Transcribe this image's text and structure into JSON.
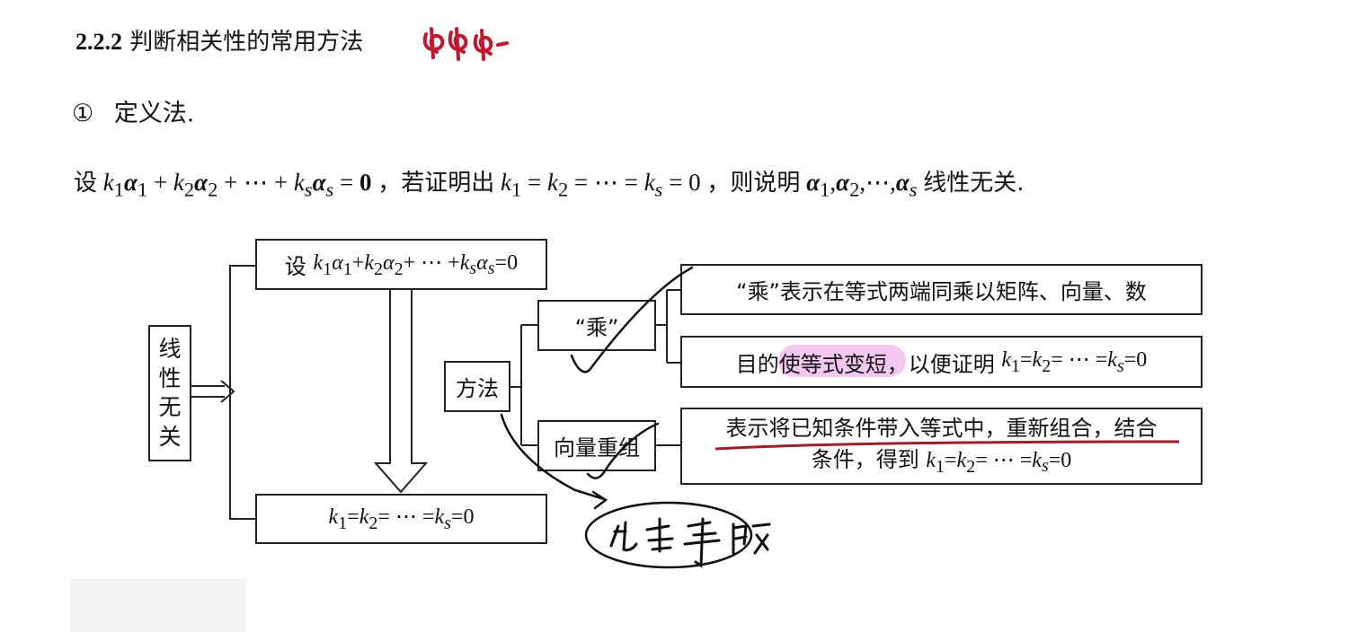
{
  "heading": {
    "number": "2.2.2",
    "title": "判断相关性的常用方法"
  },
  "item1": {
    "marker": "①",
    "text": "定义法."
  },
  "definition": {
    "prefix": "设",
    "mid": "，若证明出",
    "then": "，则说明",
    "suffix": "线性无关."
  },
  "diagram": {
    "left_label": [
      "线",
      "性",
      "无",
      "关"
    ],
    "top_box_prefix": "设",
    "method": "方法",
    "cheng": "“乘”",
    "xlcz": "向量重组",
    "r1": "“乘”表示在等式两端同乘以矩阵、向量、数",
    "r2_a": "目的使",
    "r2_hl": "等式变短，",
    "r2_b": "以便证明",
    "r3_line1": "表示将已知条件带入等式中，重新组合，结合",
    "r3_line2_prefix": "条件，得到"
  },
  "colors": {
    "handwriting_red": "#c0182e",
    "highlight": "#f1b6ee",
    "underline": "#9b1f2a"
  }
}
